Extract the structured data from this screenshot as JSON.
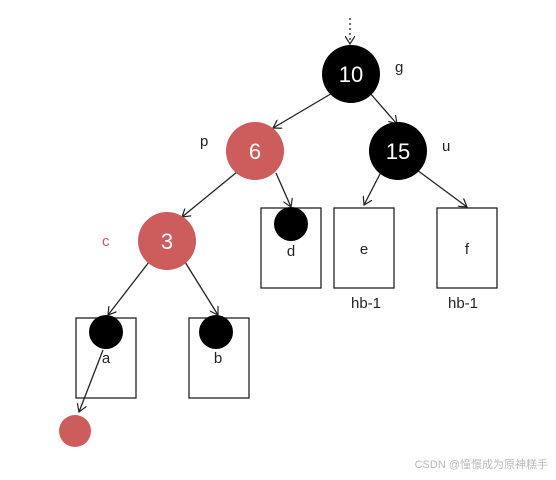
{
  "colors": {
    "red": "#cd5c5c",
    "black": "#000000",
    "edge": "#222222"
  },
  "nodes": {
    "g": {
      "value": "10",
      "tag": "g",
      "color": "black"
    },
    "p": {
      "value": "6",
      "tag": "p",
      "color": "red"
    },
    "u": {
      "value": "15",
      "tag": "u",
      "color": "black"
    },
    "c": {
      "value": "3",
      "tag": "c",
      "color": "red"
    }
  },
  "subtrees": {
    "a": "a",
    "b": "b",
    "d": "d",
    "e": "e",
    "f": "f"
  },
  "heights": {
    "e": "hb-1",
    "f": "hb-1"
  },
  "watermark": "CSDN @憧憬成为原神糕手"
}
